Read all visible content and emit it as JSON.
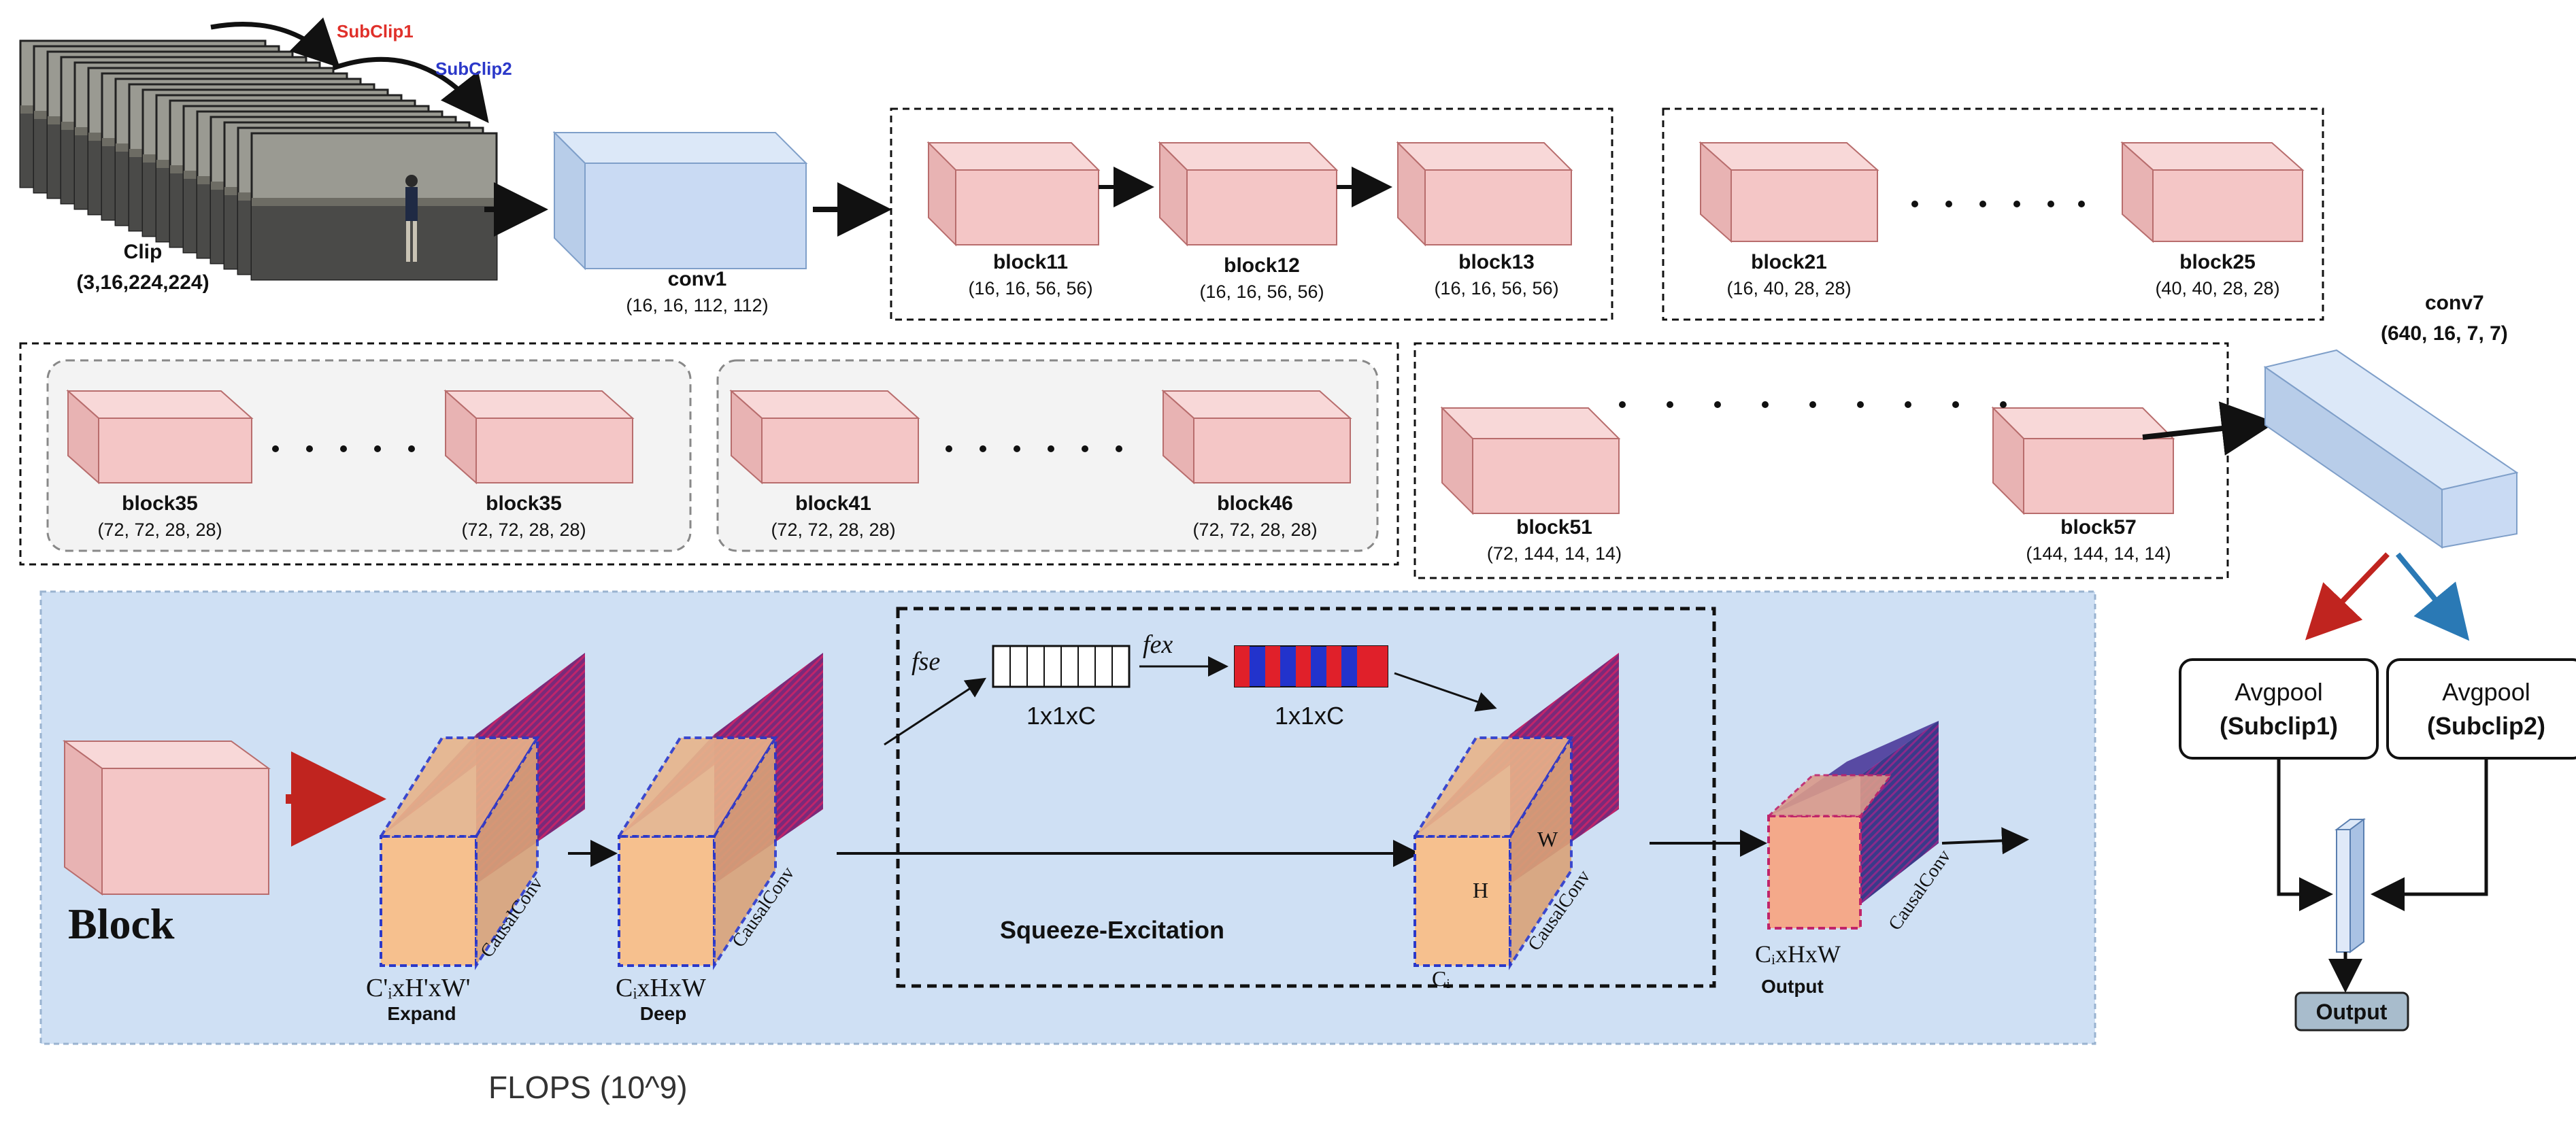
{
  "clip": {
    "label": "Clip",
    "dims": "(3,16,224,224)",
    "subclip1": "SubClip1",
    "subclip2": "SubClip2"
  },
  "conv1": {
    "label": "conv1",
    "dims": "(16, 16, 112, 112)"
  },
  "stage1": [
    {
      "label": "block11",
      "dims": "(16, 16, 56, 56)"
    },
    {
      "label": "block12",
      "dims": "(16, 16, 56, 56)"
    },
    {
      "label": "block13",
      "dims": "(16, 16, 56, 56)"
    }
  ],
  "stage2": [
    {
      "label": "block21",
      "dims": "(16, 40, 28, 28)"
    },
    {
      "label": "block25",
      "dims": "(40, 40, 28, 28)"
    }
  ],
  "stage3": [
    {
      "label": "block35",
      "dims": "(72, 72, 28, 28)"
    },
    {
      "label": "block35",
      "dims": "(72, 72, 28, 28)"
    }
  ],
  "stage4": [
    {
      "label": "block41",
      "dims": "(72, 72, 28, 28)"
    },
    {
      "label": "block46",
      "dims": "(72, 72, 28, 28)"
    }
  ],
  "stage5": [
    {
      "label": "block51",
      "dims": "(72, 144, 14, 14)"
    },
    {
      "label": "block57",
      "dims": "(144, 144, 14, 14)"
    }
  ],
  "conv7": {
    "label": "conv7",
    "dims": "(640, 16, 7, 7)"
  },
  "pool1": {
    "line1": "Avgpool",
    "line2": "(Subclip1)"
  },
  "pool2": {
    "line1": "Avgpool",
    "line2": "(Subclip2)"
  },
  "output": "Output",
  "detail": {
    "block_title": "Block",
    "fse": "fse",
    "fex": "fex",
    "vec1": "1x1xC",
    "vec2": "1x1xC",
    "causal1": "CausalConv",
    "causal2": "CausalConv",
    "causal3": "CausalConv",
    "causal4": "CausalConv",
    "expand_dims": "C'ᵢxH'xW'",
    "expand_label": "Expand",
    "deep_dims": "CᵢxHxW",
    "deep_label": "Deep",
    "se_label": "Squeeze-Excitation",
    "h": "H",
    "w": "W",
    "ci": "Cᵢ",
    "out_dims": "CᵢxHxW",
    "out_label": "Output"
  },
  "footer": "FLOPS (10^9)",
  "colors": {
    "block_fill": "#f4c6c6",
    "block_stroke": "#b86d6d",
    "conv_fill": "#c9daf3",
    "conv_stroke": "#7f9fc9",
    "detail_bg": "#cfe0f4",
    "red_arrow": "#c0241f",
    "blue_arrow": "#2a79b5",
    "output_fill": "#a8bccc"
  }
}
